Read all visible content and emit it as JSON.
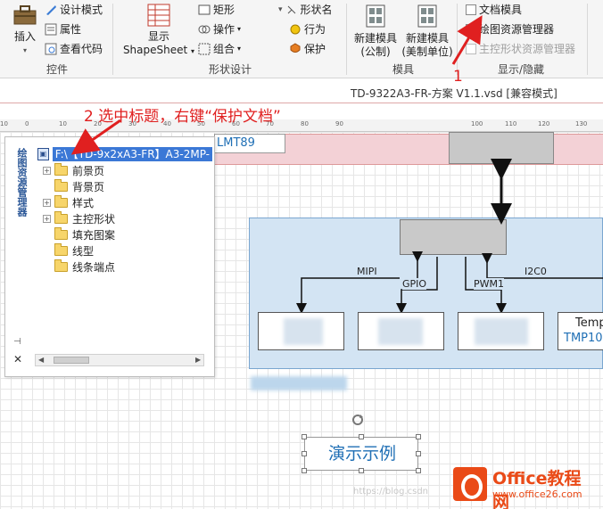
{
  "ribbon": {
    "insert_label": "插入",
    "design_mode": "设计模式",
    "properties": "属性",
    "view_code": "查看代码",
    "group_controls": "控件",
    "show_label": "显示",
    "shapesheet_label": "ShapeSheet",
    "rectangle": "矩形",
    "operation": "操作",
    "combine": "组合",
    "shape_name": "形状名",
    "behavior": "行为",
    "protect": "保护",
    "group_shape_design": "形状设计",
    "new_stencil_metric": "新建模具",
    "new_stencil_metric_sub": "(公制)",
    "new_stencil_us": "新建模具",
    "new_stencil_us_sub": "(美制单位)",
    "group_stencil": "模具",
    "doc_stencil": "文档模具",
    "drawing_explorer": "绘图资源管理器",
    "master_explorer": "主控形状资源管理器",
    "group_show_hide": "显示/隐藏"
  },
  "document": {
    "title": "TD-9322A3-FR-方案 V1.1.vsd  [兼容模式]"
  },
  "ruler": {
    "ticks": [
      "10",
      "0",
      "10",
      "20",
      "30",
      "40",
      "50",
      "60",
      "70",
      "80",
      "90",
      "100",
      "110",
      "120",
      "130"
    ]
  },
  "panel": {
    "title": "绘图资源管理器",
    "root": "F:\\【TD-9x2xA3-FR】A3-2MP-",
    "items": [
      "前景页",
      "背景页",
      "样式",
      "主控形状",
      "填充图案",
      "线型",
      "线条端点"
    ],
    "pin_icon": "pin-icon",
    "close_icon": "close-icon"
  },
  "diagram": {
    "lmt_label": "LMT89",
    "bus_mipi": "MIPI",
    "bus_gpio": "GPIO",
    "bus_pwm": "PWM1",
    "bus_i2c": "I2C0",
    "temp_label": "Temp",
    "tmp_label": "TMP10",
    "demo_text": "演示示例"
  },
  "annotations": {
    "step1": "1",
    "step2": "2 选中标题，右键“保护文档”"
  },
  "watermark": "https://blog.csdn",
  "logo": {
    "name": "Office教程网",
    "url": "www.office26.com"
  },
  "colors": {
    "accent": "#3b78d6",
    "annotation": "#e02020",
    "logo": "#ea4a17"
  }
}
